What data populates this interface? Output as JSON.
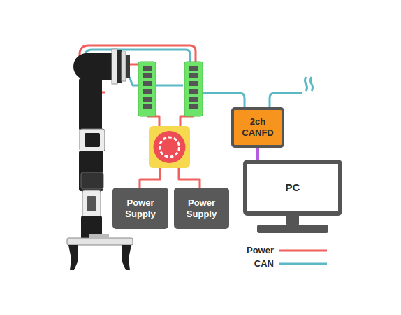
{
  "diagram": {
    "nodes": [
      {
        "text": [
          "Power Supply"
        ]
      },
      {
        "text": [
          "Power Supply"
        ]
      },
      {
        "text": [
          "2ch CANFD"
        ]
      },
      {
        "text": [
          "PC"
        ]
      }
    ],
    "edges": [
      {
        "from": 2,
        "to": 3,
        "arrow": "none"
      }
    ],
    "legend": [
      {
        "text": "Power",
        "color": "#f0605f"
      },
      {
        "text": "CAN",
        "color": "#5bb8c4"
      }
    ]
  }
}
